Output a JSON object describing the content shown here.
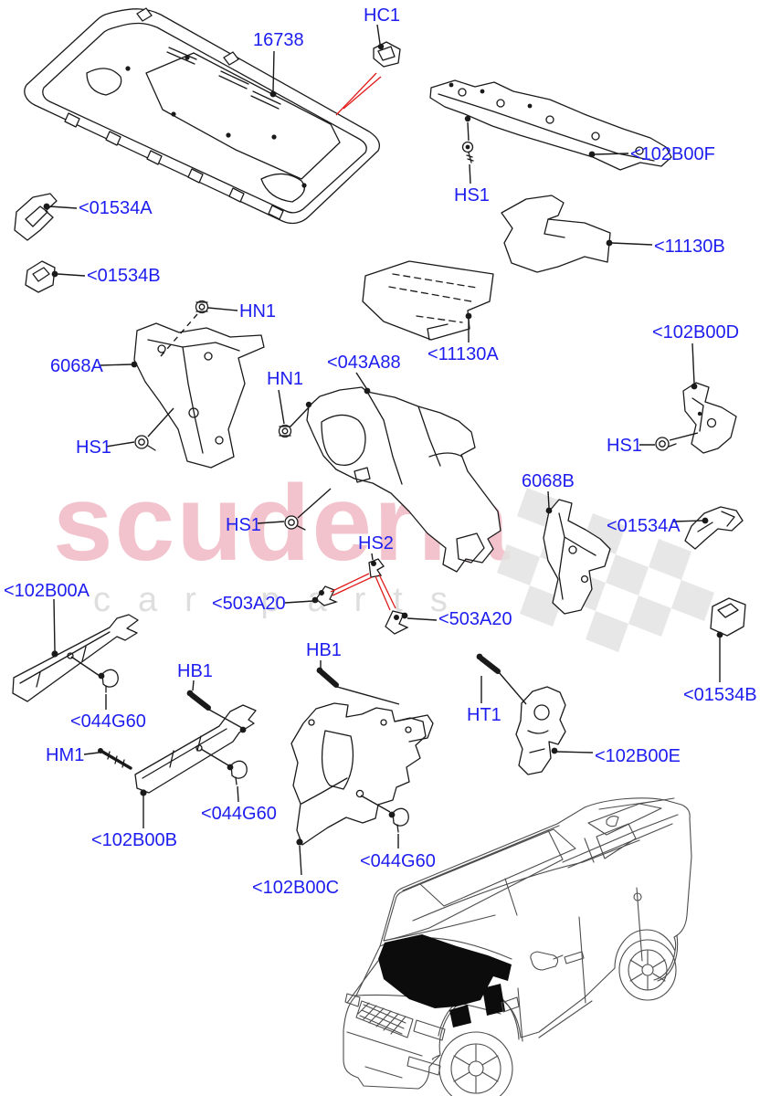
{
  "watermark": {
    "brand": "scuderia",
    "sub": "car parts"
  },
  "colors": {
    "callout_blue": "#1d1df0",
    "leader_black": "#1a1a1a",
    "leader_red": "#e01b1b",
    "watermark_pink": "#f2c3cc",
    "watermark_gray": "#dedede",
    "flag_gray": "#e3e3e3",
    "highlight_black": "#0c0c0c"
  },
  "labels": [
    {
      "id": "16738",
      "text": "16738"
    },
    {
      "id": "hc1",
      "text": "HC1"
    },
    {
      "id": "102b00f",
      "text": "<102B00F"
    },
    {
      "id": "hs1-top",
      "text": "HS1"
    },
    {
      "id": "11130b",
      "text": "<11130B"
    },
    {
      "id": "01534a-l",
      "text": "<01534A"
    },
    {
      "id": "01534b-l",
      "text": "<01534B"
    },
    {
      "id": "hn1-a",
      "text": "HN1"
    },
    {
      "id": "6068a",
      "text": "6068A"
    },
    {
      "id": "hs1-left",
      "text": "HS1"
    },
    {
      "id": "hn1-b",
      "text": "HN1"
    },
    {
      "id": "043a88",
      "text": "<043A88"
    },
    {
      "id": "11130a",
      "text": "<11130A"
    },
    {
      "id": "102b00d",
      "text": "<102B00D"
    },
    {
      "id": "hs1-right",
      "text": "HS1"
    },
    {
      "id": "6068b",
      "text": "6068B"
    },
    {
      "id": "01534a-r",
      "text": "<01534A"
    },
    {
      "id": "hs1-mid",
      "text": "HS1"
    },
    {
      "id": "hs2",
      "text": "HS2"
    },
    {
      "id": "503a20-l",
      "text": "<503A20"
    },
    {
      "id": "503a20-r",
      "text": "<503A20"
    },
    {
      "id": "102b00a",
      "text": "<102B00A"
    },
    {
      "id": "044g60-1",
      "text": "<044G60"
    },
    {
      "id": "hb1-l",
      "text": "HB1"
    },
    {
      "id": "hm1",
      "text": "HM1"
    },
    {
      "id": "044g60-2",
      "text": "<044G60"
    },
    {
      "id": "102b00b",
      "text": "<102B00B"
    },
    {
      "id": "hb1-c",
      "text": "HB1"
    },
    {
      "id": "102b00c",
      "text": "<102B00C"
    },
    {
      "id": "044g60-3",
      "text": "<044G60"
    },
    {
      "id": "ht1",
      "text": "HT1"
    },
    {
      "id": "102b00e",
      "text": "<102B00E"
    },
    {
      "id": "01534b-r",
      "text": "<01534B"
    }
  ]
}
